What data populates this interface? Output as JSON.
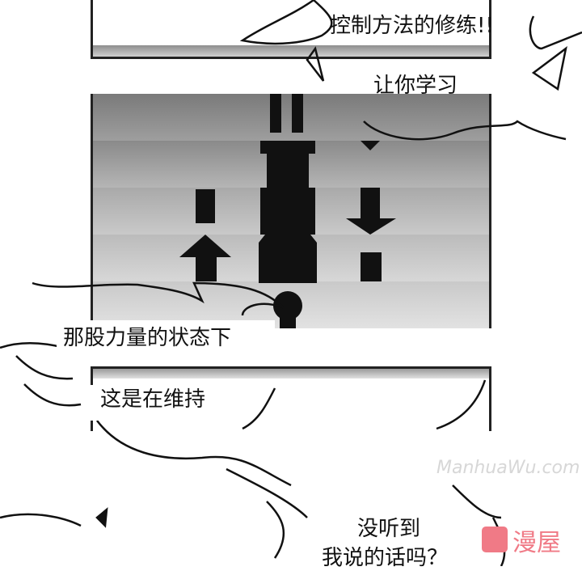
{
  "captions": {
    "top_line": "控制方法的修练!!",
    "learn": "让你学习",
    "state": "那股力量的状态下",
    "maintain": "这是在维持",
    "not_heard": "没听到",
    "my_words": "我说的话吗？"
  },
  "watermark": {
    "site": "ManhuaWu.com",
    "logo_text": "漫屋"
  },
  "colors": {
    "ink": "#111111",
    "logo": "#f07a86"
  }
}
